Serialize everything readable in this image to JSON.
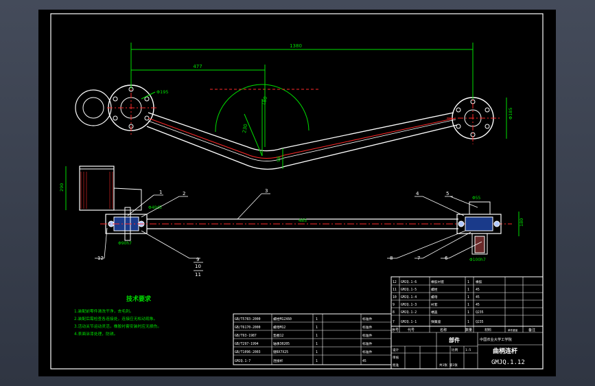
{
  "dimensions": {
    "overall_span": "1380",
    "inner_span": "477",
    "left_bore": "Φ195",
    "right_bore": "Φ185",
    "arc_radius": "180",
    "arc_radius_2": "230",
    "arm_width": "98",
    "left_body_height": "290",
    "rod_length": "485",
    "right_body_height": "180",
    "left_pin": "Φ40d5",
    "left_pin_lower": "Φ90h7",
    "right_pin_upper": "Φ55",
    "right_pin_lower": "Φ100h7"
  },
  "balloons": {
    "b1": "1",
    "b2": "2",
    "b3": "3",
    "b4": "4",
    "b5": "5",
    "b6": "6",
    "b7": "7",
    "b8": "8",
    "b9": "9",
    "b10": "10",
    "b11": "11",
    "b12": "12"
  },
  "tech": {
    "title": "技术要求",
    "items": [
      "1.装配前零件清洗干净，去毛刺。",
      "2.装配后需检查各连接处，连接应无松动现象。",
      "3.活动关节运动灵活，橡胶衬套安装时应无损伤。",
      "4.表面涂漆处理，防锈。"
    ]
  },
  "parts": [
    {
      "no": "12",
      "code": "GMJQ.1-6",
      "name": "橡胶衬套",
      "qty": "1",
      "mat": "橡胶"
    },
    {
      "no": "11",
      "code": "GMJQ.1-5",
      "name": "螺栓",
      "qty": "1",
      "mat": "45"
    },
    {
      "no": "10",
      "code": "GMJQ.1-4",
      "name": "螺母",
      "qty": "1",
      "mat": "45"
    },
    {
      "no": "9",
      "code": "GMJQ.1-3",
      "name": "衬套",
      "qty": "1",
      "mat": "45"
    },
    {
      "no": "8",
      "code": "GMJQ.1-2",
      "name": "端盖",
      "qty": "1",
      "mat": "Q235"
    },
    {
      "no": "7",
      "code": "GMJQ.1-1",
      "name": "弹簧座",
      "qty": "1",
      "mat": "Q235"
    }
  ],
  "parts_header": {
    "no": "序号",
    "code": "代号",
    "name": "名称",
    "qty": "数量",
    "mat": "材料",
    "w": "单件重量",
    "note": "备注"
  },
  "std_parts": [
    {
      "code": "GB/T5783-2000",
      "name": "螺栓M12X60",
      "qty": "1",
      "mat": "标准件"
    },
    {
      "code": "GB/T6170-2000",
      "name": "螺母M12",
      "qty": "1",
      "mat": "标准件"
    },
    {
      "code": "GB/T93-1987",
      "name": "垫圈12",
      "qty": "1",
      "mat": "标准件"
    },
    {
      "code": "GB/T297-1994",
      "name": "轴承30205",
      "qty": "1",
      "mat": "标准件"
    },
    {
      "code": "GB/T1096-2003",
      "name": "键8X7X25",
      "qty": "1",
      "mat": "标准件"
    },
    {
      "code": "GMJQ.1-7",
      "name": "连接杆",
      "qty": "1",
      "mat": "45"
    }
  ],
  "title_block": {
    "school": "中国农业大学工学院",
    "assembly": "部件",
    "part_name": "曲柄连杆",
    "drawing_no": "GMJQ.1.12",
    "scale_label": "比例",
    "scale": "1:5",
    "sheet": "共1张 第1张",
    "designer": "设计",
    "checker": "审核",
    "approver": "批准"
  },
  "colors": {
    "line": "#ffffff",
    "center": "#ff2a2a",
    "dimension": "#00e000",
    "leader": "#ffffff",
    "border": "#ffffff",
    "table_text": "#ffffff"
  }
}
